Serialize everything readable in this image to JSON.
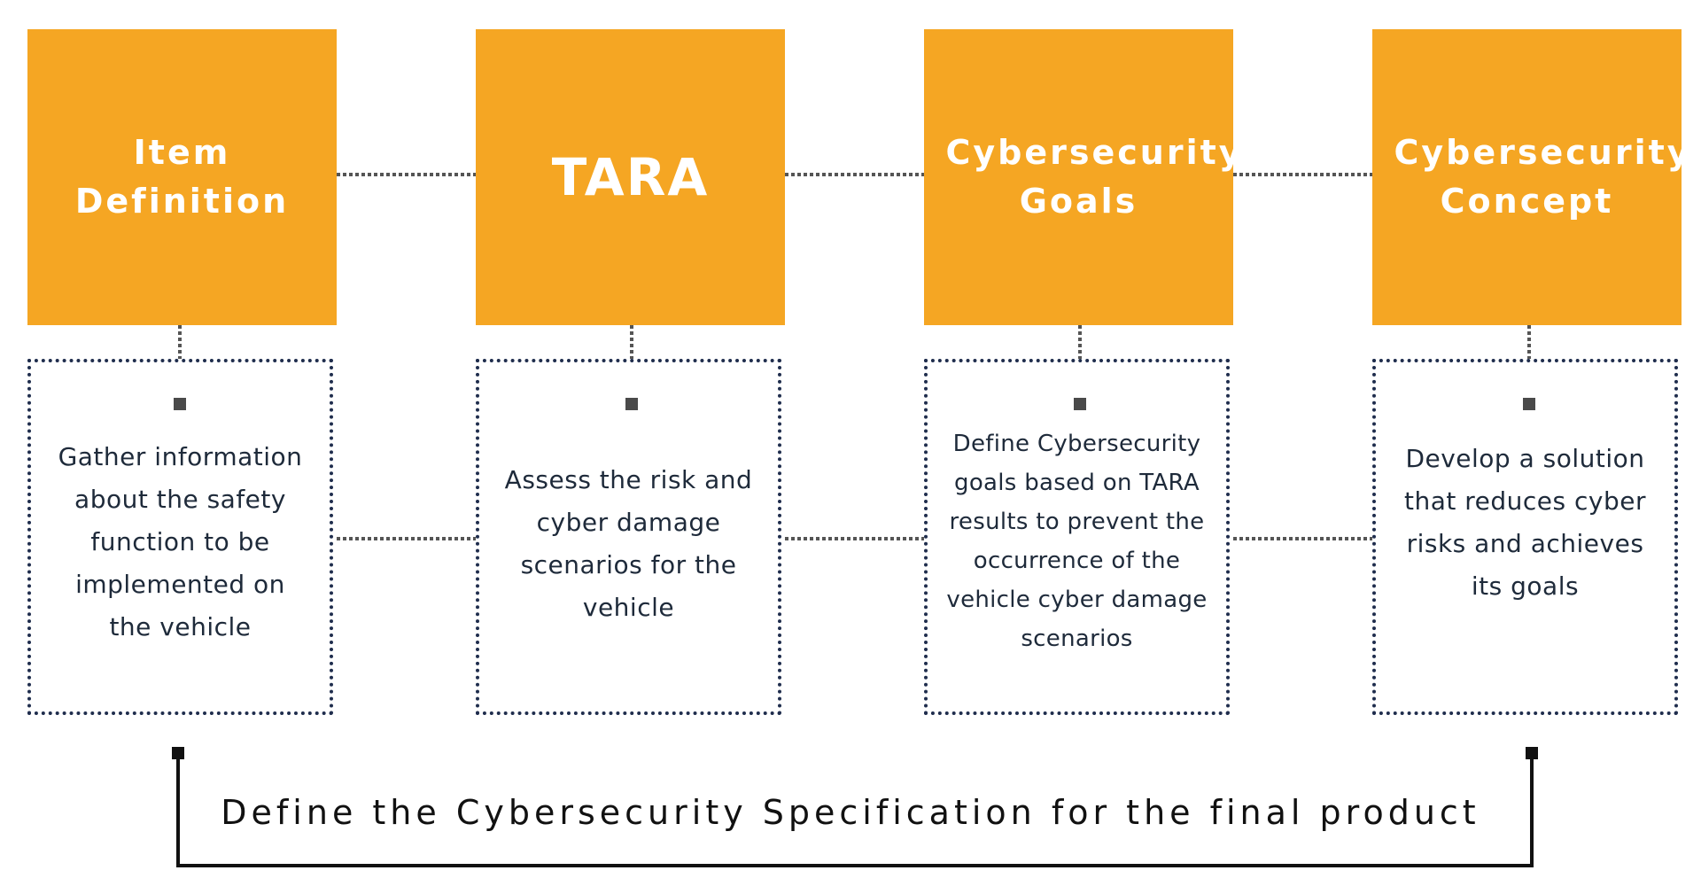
{
  "colors": {
    "box_fill": "#F5A623",
    "box_text": "#ffffff",
    "desc_border": "#1F2D4D",
    "desc_text": "#1E2A3A",
    "connector": "#555555"
  },
  "steps": [
    {
      "title": "Item\nDefinition",
      "description": "Gather information\nabout the safety\nfunction to be\nimplemented on\nthe vehicle"
    },
    {
      "title": "TARA",
      "description": "Assess the risk and\ncyber damage\nscenarios for the\nvehicle"
    },
    {
      "title": "Cybersecurity\nGoals",
      "description": "Define Cybersecurity\ngoals based on TARA\nresults to prevent the\noccurrence of the\nvehicle cyber damage\nscenarios"
    },
    {
      "title": "Cybersecurity\nConcept",
      "description": "Develop a solution\nthat reduces cyber\nrisks and achieves\nits goals"
    }
  ],
  "specification": {
    "label": "Define the Cybersecurity Specification for the final product"
  }
}
